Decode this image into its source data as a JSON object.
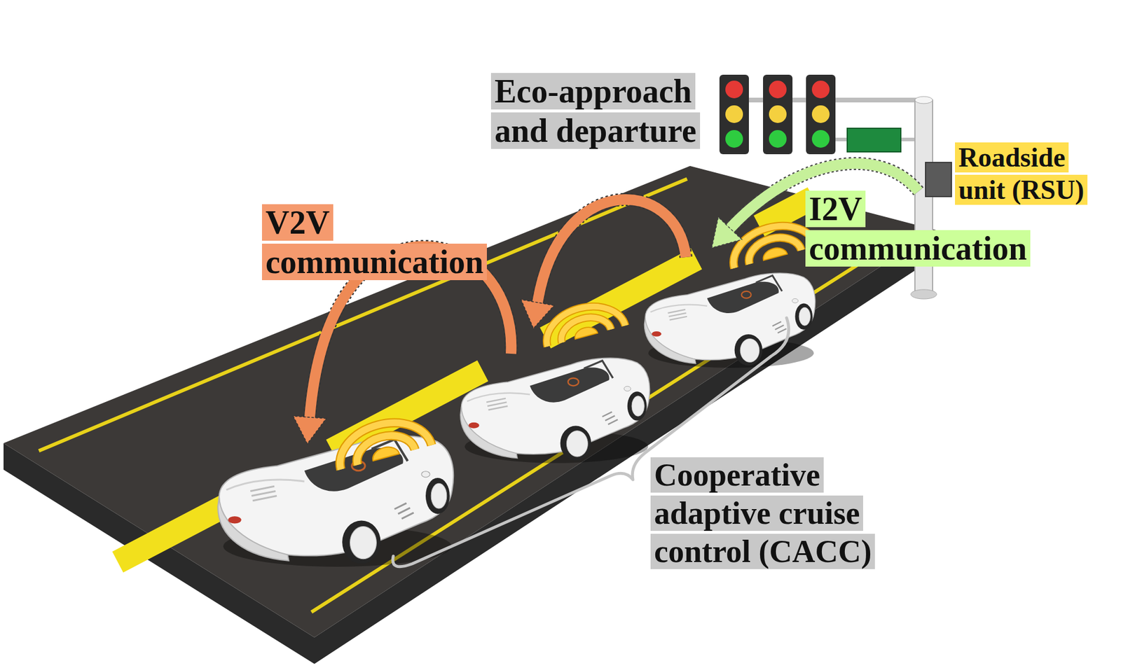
{
  "diagram": {
    "nodes": [
      {
        "text": [
          "Eco-approach and departure"
        ]
      },
      {
        "text": [
          "Roadside unit (RSU)"
        ]
      },
      {
        "text": [
          "V2V communication"
        ]
      },
      {
        "text": [
          "I2V communication"
        ]
      },
      {
        "text": [
          "Cooperative adaptive cruise control (CACC)"
        ]
      }
    ]
  }
}
